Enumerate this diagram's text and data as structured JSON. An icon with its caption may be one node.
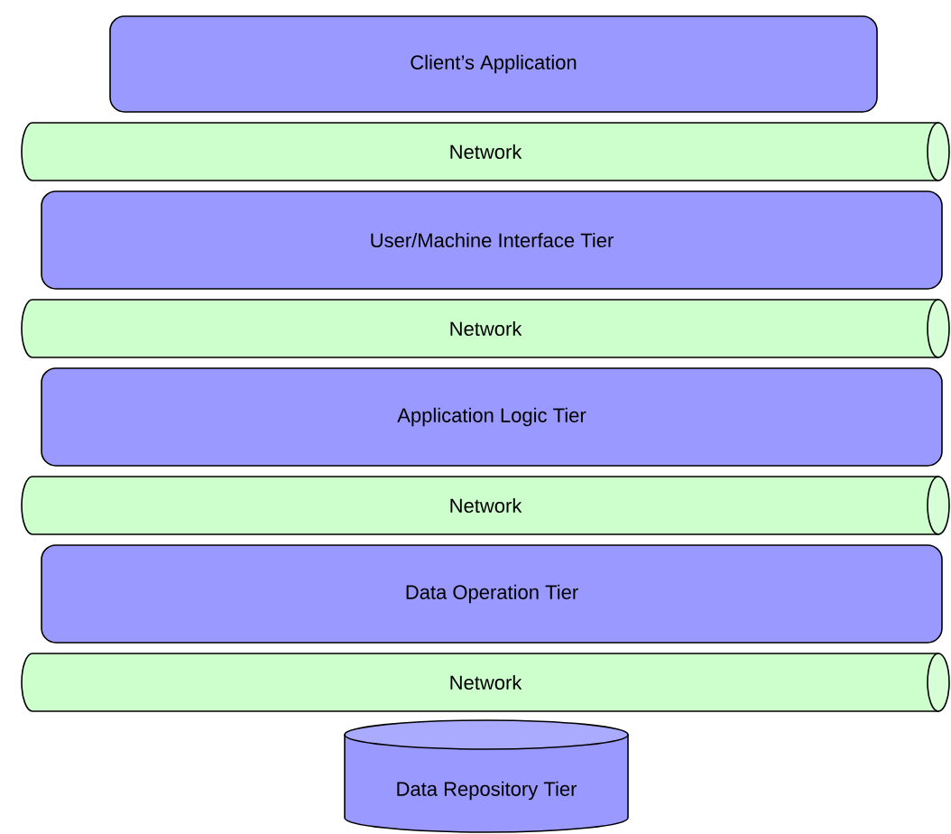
{
  "diagram": {
    "nodes": [
      {
        "text": [
          "Client’s Application"
        ]
      },
      {
        "text": [
          "Network"
        ]
      },
      {
        "text": [
          "User/Machine Interface Tier"
        ]
      },
      {
        "text": [
          "Network"
        ]
      },
      {
        "text": [
          "Application Logic Tier"
        ]
      },
      {
        "text": [
          "Network"
        ]
      },
      {
        "text": [
          "Data Operation Tier"
        ]
      },
      {
        "text": [
          "Network"
        ]
      },
      {
        "text": [
          "Data Repository Tier"
        ]
      }
    ]
  }
}
